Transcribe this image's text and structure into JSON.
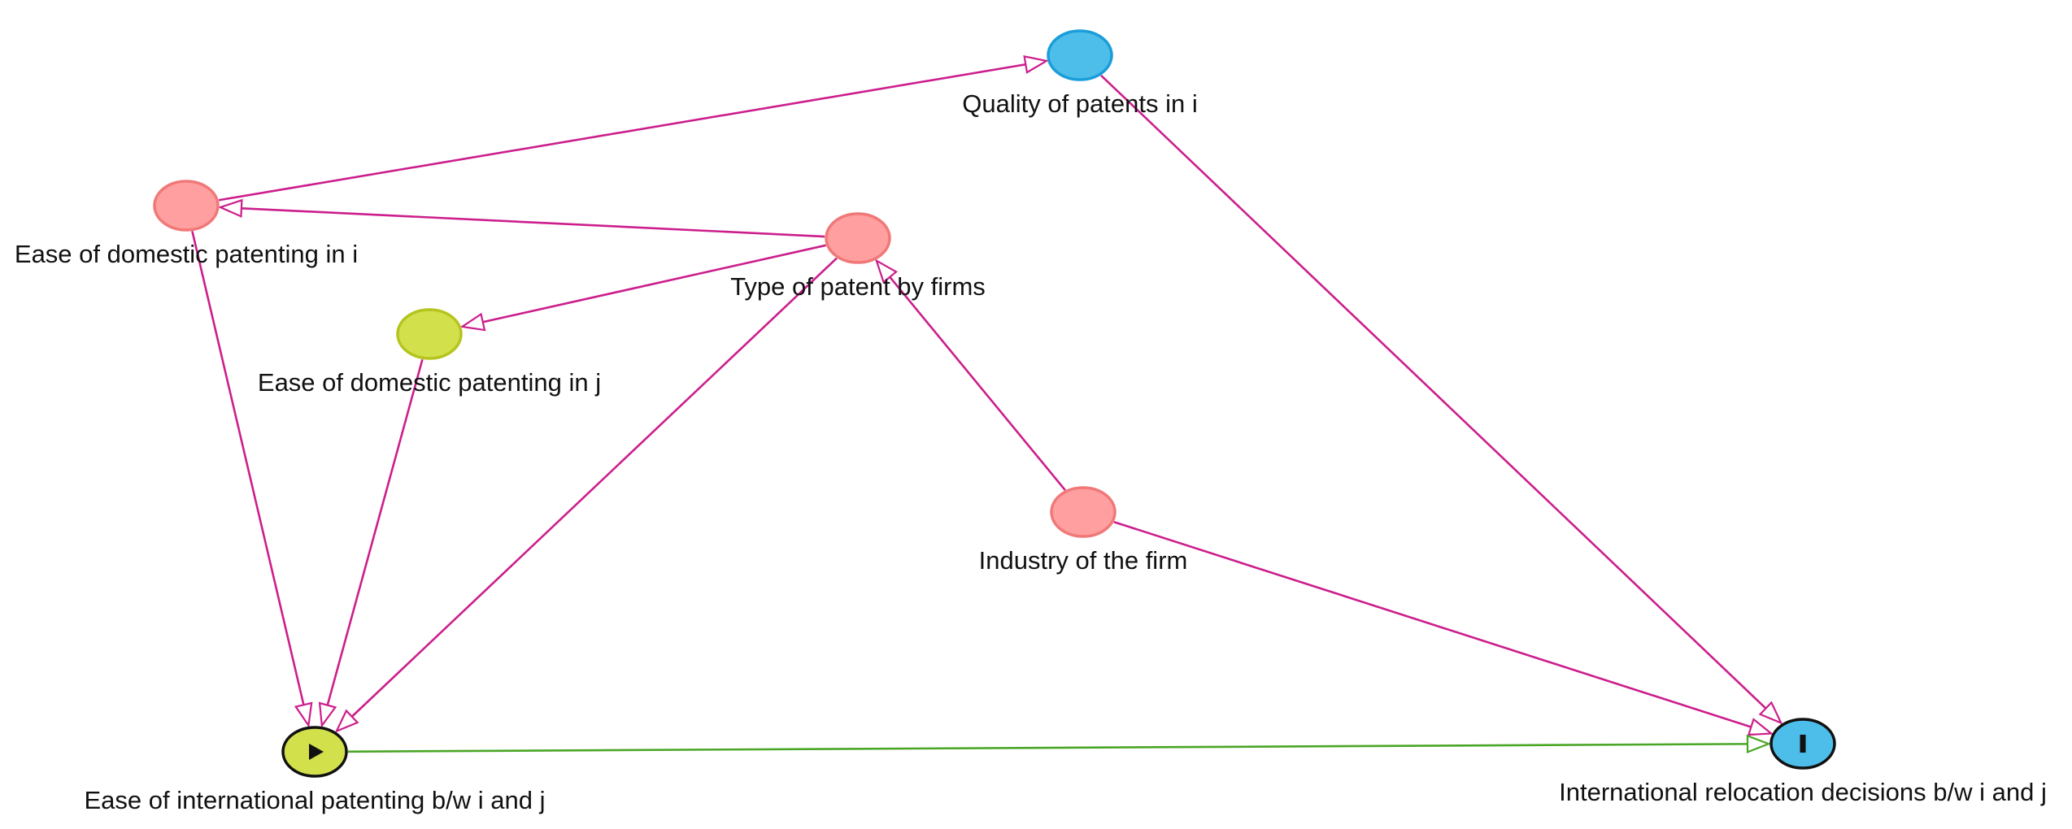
{
  "diagram": {
    "type": "causal-dag",
    "nodes": [
      {
        "id": "quality",
        "label": "Quality of patents in i",
        "role": "ancestor-of-outcome",
        "fill": "#4dbde9",
        "stroke": "#1a9dd9",
        "marker": ""
      },
      {
        "id": "ease_i",
        "label": "Ease of domestic patenting in i",
        "role": "confounder",
        "fill": "#ff9f9f",
        "stroke": "#f07878",
        "marker": ""
      },
      {
        "id": "type",
        "label": "Type of patent by firms",
        "role": "confounder",
        "fill": "#ff9f9f",
        "stroke": "#f07878",
        "marker": ""
      },
      {
        "id": "ease_j",
        "label": "Ease of domestic patenting in j",
        "role": "ancestor-of-exposure",
        "fill": "#d2e04c",
        "stroke": "#b5c41e",
        "marker": ""
      },
      {
        "id": "industry",
        "label": "Industry of the firm",
        "role": "confounder",
        "fill": "#ff9f9f",
        "stroke": "#f07878",
        "marker": ""
      },
      {
        "id": "exposure",
        "label": "Ease of international patenting b/w i and j",
        "role": "exposure",
        "fill": "#d2e04c",
        "stroke": "#111111",
        "marker": "play"
      },
      {
        "id": "outcome",
        "label": "International relocation decisions b/w i and j",
        "role": "outcome",
        "fill": "#4dbde9",
        "stroke": "#111111",
        "marker": "bar"
      }
    ],
    "edges": [
      {
        "from": "ease_i",
        "to": "quality",
        "kind": "biasing",
        "color": "#cc1e8c"
      },
      {
        "from": "type",
        "to": "ease_i",
        "kind": "biasing",
        "color": "#cc1e8c"
      },
      {
        "from": "type",
        "to": "ease_j",
        "kind": "biasing",
        "color": "#cc1e8c"
      },
      {
        "from": "industry",
        "to": "type",
        "kind": "biasing",
        "color": "#cc1e8c"
      },
      {
        "from": "ease_i",
        "to": "exposure",
        "kind": "biasing",
        "color": "#cc1e8c"
      },
      {
        "from": "ease_j",
        "to": "exposure",
        "kind": "biasing",
        "color": "#cc1e8c"
      },
      {
        "from": "type",
        "to": "exposure",
        "kind": "biasing",
        "color": "#cc1e8c"
      },
      {
        "from": "quality",
        "to": "outcome",
        "kind": "biasing",
        "color": "#cc1e8c"
      },
      {
        "from": "industry",
        "to": "outcome",
        "kind": "biasing",
        "color": "#cc1e8c"
      },
      {
        "from": "exposure",
        "to": "outcome",
        "kind": "causal",
        "color": "#4aa626"
      }
    ]
  }
}
